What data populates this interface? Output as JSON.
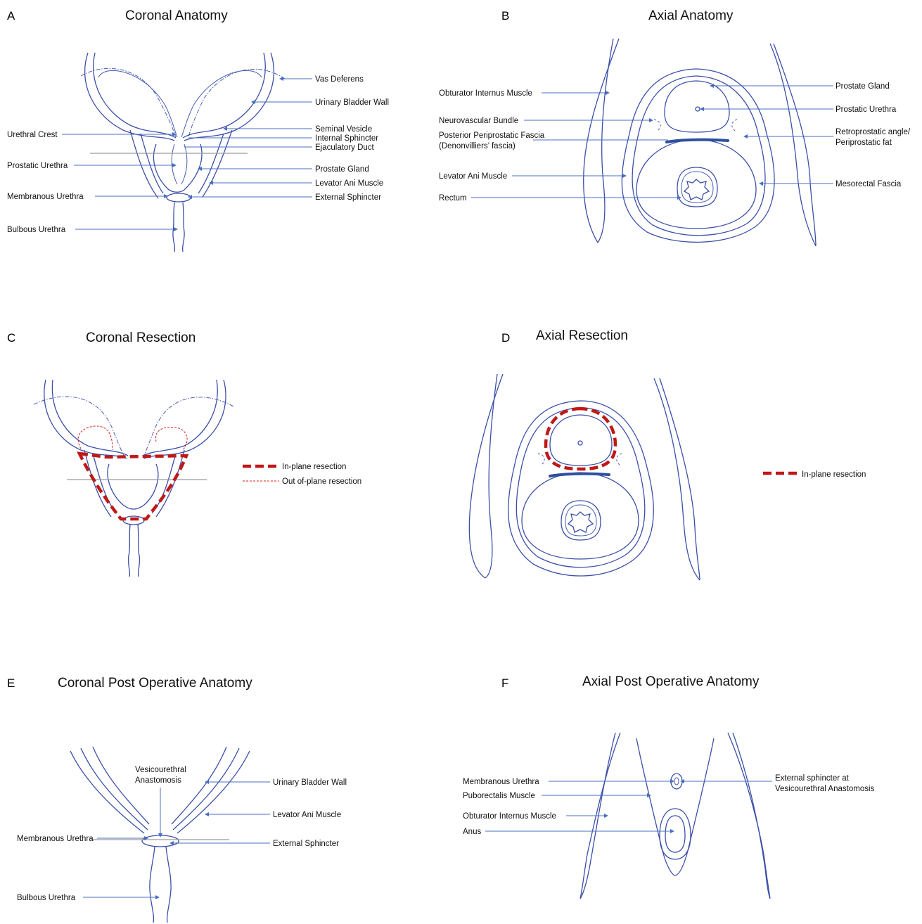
{
  "panels": {
    "A": {
      "letter": "A",
      "title": "Coronal Anatomy",
      "labels_left": [
        "Urethral Crest",
        "Prostatic Urethra",
        "Membranous Urethra",
        "Bulbous Urethra"
      ],
      "labels_right": [
        "Vas Deferens",
        "Urinary Bladder Wall",
        "Seminal Vesicle",
        "Internal Sphincter",
        "Ejaculatory Duct",
        "Prostate Gland",
        "Levator Ani Muscle",
        "External Sphincter"
      ]
    },
    "B": {
      "letter": "B",
      "title": "Axial Anatomy",
      "labels_left": [
        "Obturator Internus Muscle",
        "Neurovascular Bundle",
        "Posterior Periprostatic Fascia",
        "(Denonvilliers’ fascia)",
        "Levator Ani Muscle",
        "Rectum"
      ],
      "labels_right": [
        "Prostate Gland",
        "Prostatic Urethra",
        "Retroprostatic angle/",
        "Periprostatic fat",
        "Mesorectal Fascia"
      ]
    },
    "C": {
      "letter": "C",
      "title": "Coronal Resection",
      "legend": [
        "In-plane resection",
        "Out of-plane resection"
      ]
    },
    "D": {
      "letter": "D",
      "title": "Axial Resection",
      "legend": [
        "In-plane resection"
      ]
    },
    "E": {
      "letter": "E",
      "title": "Coronal Post Operative Anatomy",
      "labels": [
        "Vesicourethral",
        "Anastomosis",
        "Urinary Bladder Wall",
        "Levator Ani Muscle",
        "Membranous Urethra",
        "External Sphincter",
        "Bulbous Urethra"
      ]
    },
    "F": {
      "letter": "F",
      "title": "Axial Post Operative Anatomy",
      "labels": [
        "Membranous Urethra",
        "Puborectalis Muscle",
        "Obturator Internus Muscle",
        "Anus",
        "External sphincter at",
        "Vesicourethral Anastomosis"
      ]
    }
  },
  "colors": {
    "anatomy_line": "#3b4fa8",
    "leader_line": "#4a6fc0",
    "resection": "#c01818",
    "fascia": "#2f4f9e",
    "reference_line": "#9a9a9a"
  }
}
